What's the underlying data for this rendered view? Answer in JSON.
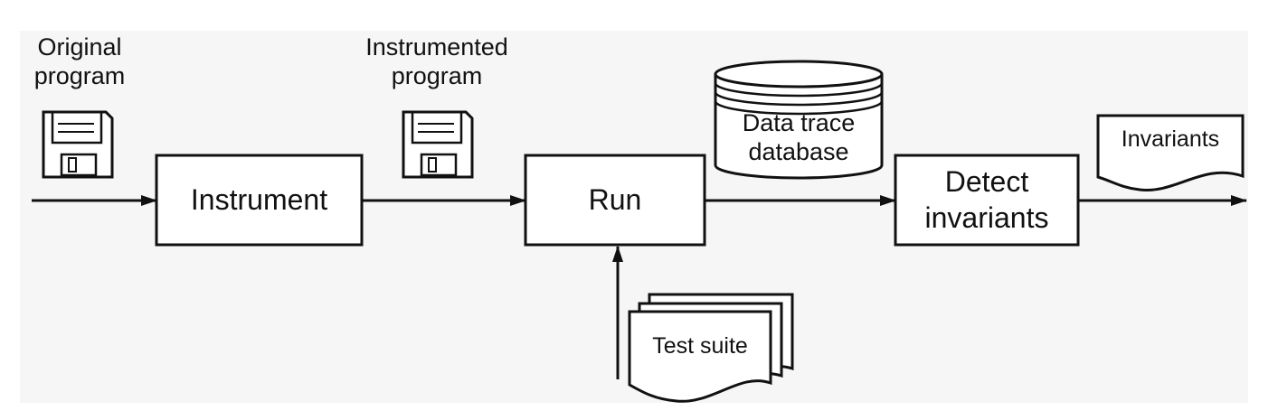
{
  "diagram": {
    "labels": {
      "original_program": [
        "Original",
        "program"
      ],
      "instrumented_program": [
        "Instrumented",
        "program"
      ],
      "data_trace_database": [
        "Data trace",
        "database"
      ],
      "invariants": "Invariants",
      "test_suite": "Test suite"
    },
    "steps": {
      "instrument": "Instrument",
      "run": "Run",
      "detect": [
        "Detect",
        "invariants"
      ]
    },
    "icons": {
      "program_file": "floppy-disk-icon",
      "database": "database-cylinder-icon",
      "document": "document-icon",
      "document_stack": "document-stack-icon"
    },
    "colors": {
      "stroke": "#111111",
      "background": "#f6f6f6",
      "box_fill": "#ffffff"
    }
  }
}
